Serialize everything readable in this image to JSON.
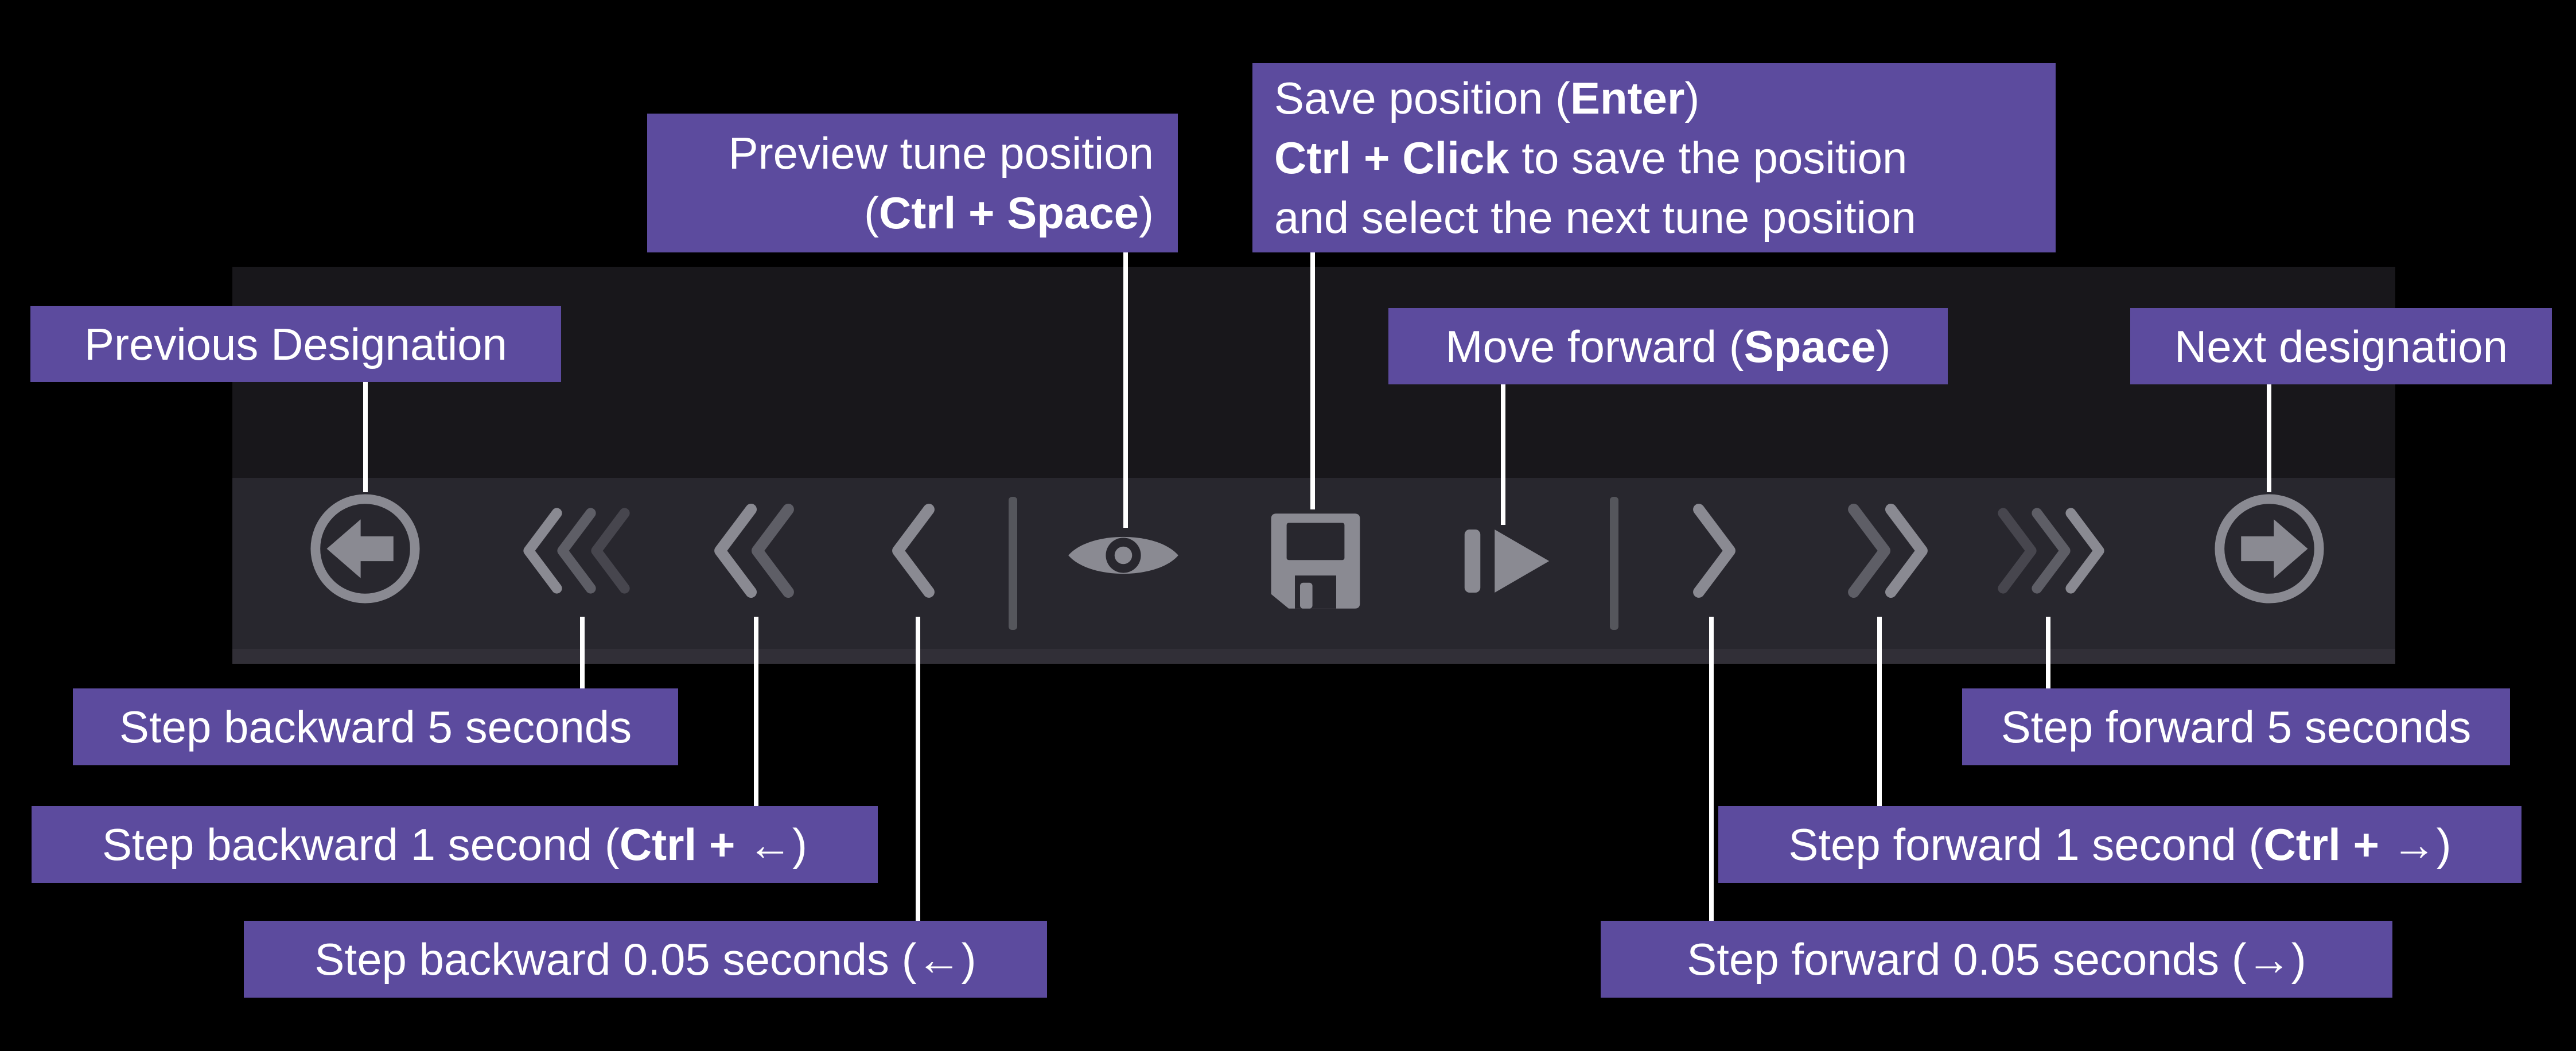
{
  "colors": {
    "page_bg": "#000000",
    "label_bg": "#5c4b9e",
    "label_text": "#ffffff",
    "connector": "#ffffff",
    "panel_bg": "#18171b",
    "strip_bg": "#28272e",
    "strip_band": "#312f37",
    "icon": "#8a8a92",
    "icon_mid": "#5e5e66",
    "icon_dim": "#47464e",
    "divider": "#55565c"
  },
  "toolbar": {
    "buttons": [
      {
        "icon": "arrow-left-circle"
      },
      {
        "icon": "chevrons-triple-left"
      },
      {
        "icon": "chevrons-double-left"
      },
      {
        "icon": "chevron-left"
      },
      {
        "icon": "eye"
      },
      {
        "icon": "floppy-save"
      },
      {
        "icon": "play-step-forward"
      },
      {
        "icon": "chevron-right"
      },
      {
        "icon": "chevrons-double-right"
      },
      {
        "icon": "chevrons-triple-right"
      },
      {
        "icon": "arrow-right-circle"
      }
    ]
  },
  "tooltips": {
    "previous_designation": {
      "text": "Previous Designation"
    },
    "preview_tune": {
      "line1": "Preview tune position",
      "line2_pre": "(",
      "line2_bold": "Ctrl + Space",
      "line2_post": ")"
    },
    "save_position": {
      "line1_pre": "Save position (",
      "line1_bold": "Enter",
      "line1_post": ")",
      "line2_bold": "Ctrl + Click",
      "line2_post": " to save the position",
      "line3": "and select the next tune position"
    },
    "move_forward": {
      "pre": "Move forward (",
      "bold": "Space",
      "post": ")"
    },
    "next_designation": {
      "text": "Next designation"
    },
    "step_backward_5": {
      "text": "Step backward 5 seconds"
    },
    "step_backward_1": {
      "pre": "Step backward 1 second (",
      "bold": "Ctrl + ",
      "post": "←)"
    },
    "step_backward_005": {
      "text": "Step backward 0.05 seconds (←)"
    },
    "step_forward_005": {
      "text": "Step forward 0.05 seconds (→)"
    },
    "step_forward_1": {
      "pre": "Step forward 1 second (",
      "bold": "Ctrl + ",
      "post": "→)"
    },
    "step_forward_5": {
      "text": "Step forward 5 seconds"
    }
  }
}
